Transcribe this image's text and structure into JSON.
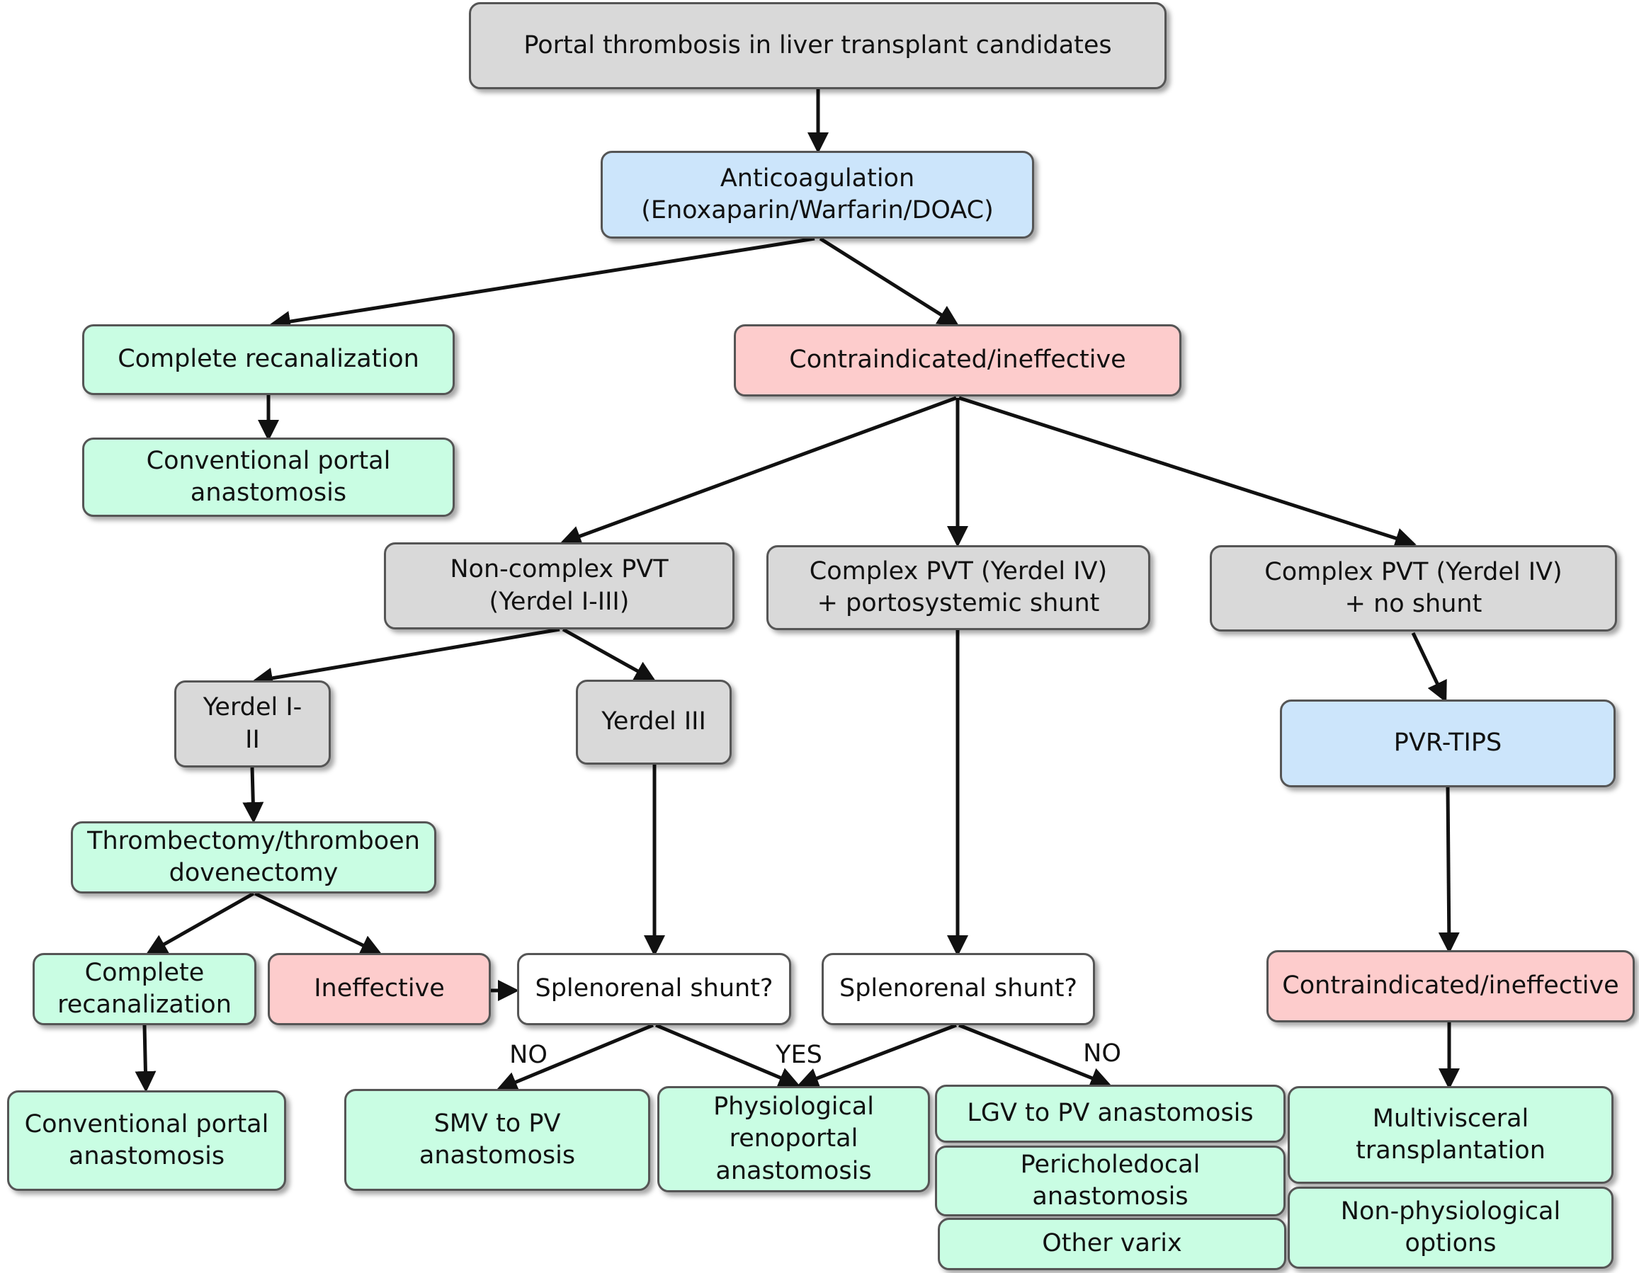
{
  "nodes": {
    "root": "Portal thrombosis in liver transplant candidates",
    "anticoag": "Anticoagulation\n(Enoxaparin/Warfarin/DOAC)",
    "complete_recan": "Complete recanalization",
    "conv_portal_1": "Conventional portal\nanastomosis",
    "contra_1": "Contraindicated/ineffective",
    "non_complex": "Non-complex PVT\n(Yerdel I-III)",
    "complex_shunt": "Complex PVT (Yerdel IV)\n+ portosystemic shunt",
    "complex_noshunt": "Complex PVT (Yerdel IV)\n+ no shunt",
    "yerdel_1_2": "Yerdel I-\nII",
    "yerdel_3": "Yerdel III",
    "pvr_tips": "PVR-TIPS",
    "thrombectomy": "Thrombectomy/thromboen\ndovenectomy",
    "complete_recan_2": "Complete\nrecanalization",
    "ineffective": "Ineffective",
    "splenorenal_1": "Splenorenal shunt?",
    "splenorenal_2": "Splenorenal shunt?",
    "contra_2": "Contraindicated/ineffective",
    "conv_portal_2": "Conventional portal\nanastomosis",
    "smv_pv": "SMV to PV\nanastomosis",
    "physiological_renoportal": "Physiological\nrenoportal\nanastomosis",
    "lgv_pv": "LGV to PV anastomosis",
    "pericholedocal": "Pericholedocal\nanastomosis",
    "other_varix": "Other varix",
    "multivisceral": "Multivisceral\ntransplantation",
    "non_physiological": "Non-physiological\noptions"
  },
  "edge_labels": {
    "no_1": "NO",
    "yes": "YES",
    "no_2": "NO"
  },
  "colors": {
    "gray": "#d9d9d9",
    "blue": "#cce5fb",
    "green": "#c9fde3",
    "red": "#fdcccc",
    "white": "#ffffff",
    "border": "#555555",
    "arrow": "#111111"
  }
}
